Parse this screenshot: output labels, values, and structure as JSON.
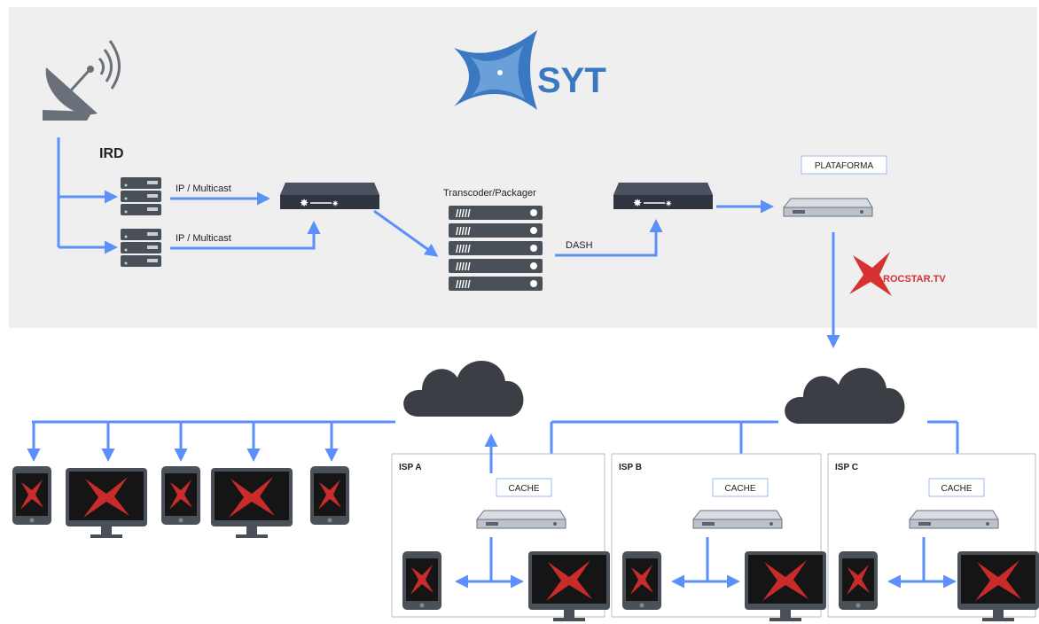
{
  "brand": {
    "name": "SYT",
    "partner": "ROCSTAR.TV"
  },
  "labels": {
    "ird": "IRD",
    "ip_multicast_1": "IP / Multicast",
    "ip_multicast_2": "IP / Multicast",
    "transcoder": "Transcoder/Packager",
    "dash": "DASH",
    "plataforma": "PLATAFORMA"
  },
  "isps": [
    {
      "name": "ISP A",
      "cache": "CACHE"
    },
    {
      "name": "ISP B",
      "cache": "CACHE"
    },
    {
      "name": "ISP C",
      "cache": "CACHE"
    }
  ],
  "colors": {
    "flow": "#5b8ff9",
    "cloud": "#3b3f45",
    "panel": "#efefef",
    "device": "#4a5058",
    "screen": "#151515",
    "accent": "#d63232",
    "logo": "#3a78c2"
  }
}
